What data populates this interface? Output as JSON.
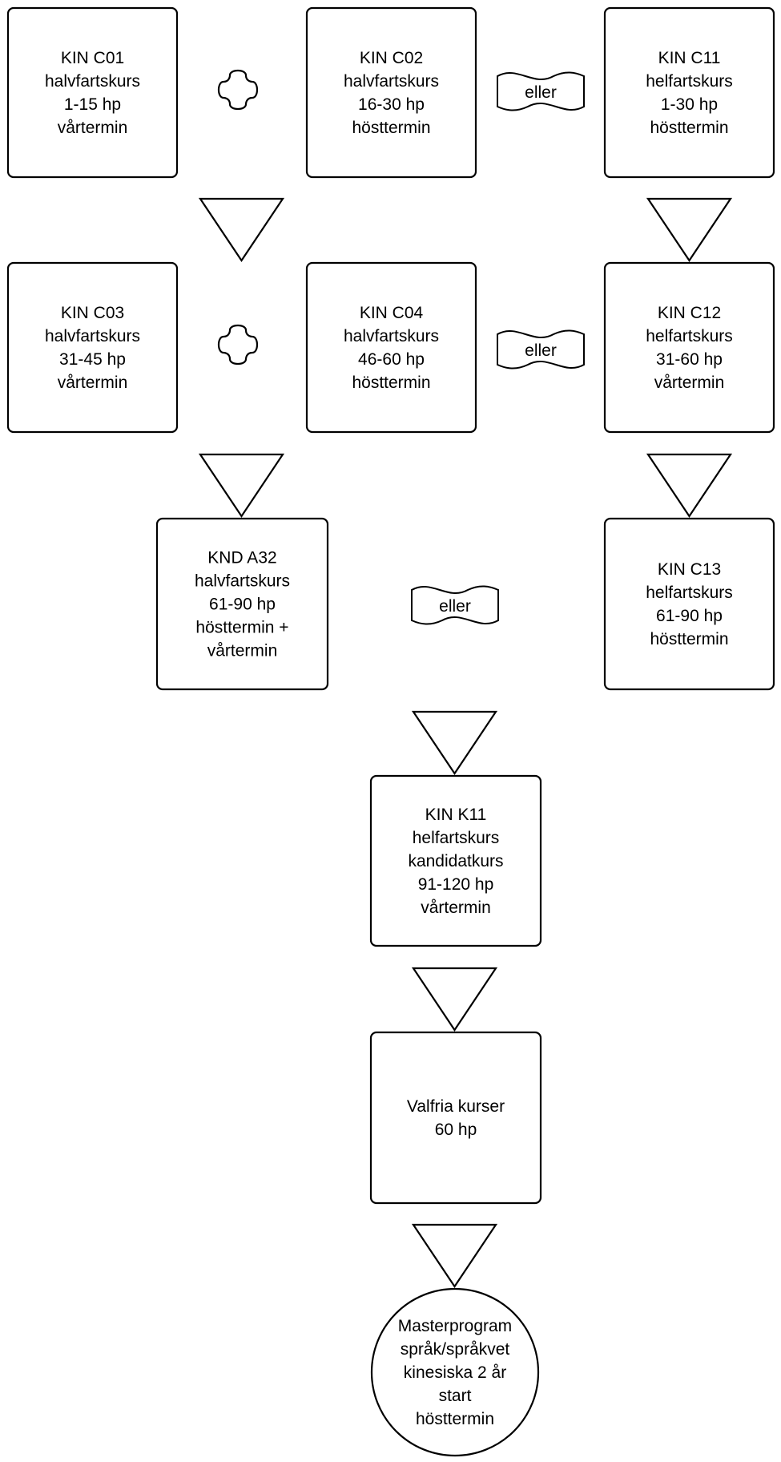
{
  "nodes": {
    "kin_c01": [
      "KIN C01",
      "halvfartskurs",
      "1-15 hp",
      "vårtermin"
    ],
    "kin_c02": [
      "KIN C02",
      "halvfartskurs",
      "16-30 hp",
      "hösttermin"
    ],
    "kin_c11": [
      "KIN C11",
      "helfartskurs",
      "1-30 hp",
      "hösttermin"
    ],
    "kin_c03": [
      "KIN C03",
      "halvfartskurs",
      "31-45 hp",
      "vårtermin"
    ],
    "kin_c04": [
      "KIN C04",
      "halvfartskurs",
      "46-60 hp",
      "hösttermin"
    ],
    "kin_c12": [
      "KIN C12",
      "helfartskurs",
      "31-60 hp",
      "vårtermin"
    ],
    "knd_a32": [
      "KND A32",
      "halvfartskurs",
      "61-90 hp",
      "hösttermin +",
      "vårtermin"
    ],
    "kin_c13": [
      "KIN C13",
      "helfartskurs",
      "61-90 hp",
      "hösttermin"
    ],
    "kin_k11": [
      "KIN K11",
      "helfartskurs",
      "kandidatkurs",
      "91-120 hp",
      "vårtermin"
    ],
    "valfria": [
      "Valfria kurser",
      "60 hp"
    ],
    "master": [
      "Masterprogram",
      "språk/språkvet",
      "kinesiska 2 år",
      "start",
      "hösttermin"
    ]
  },
  "connectors": {
    "eller_1": "eller",
    "eller_2": "eller",
    "eller_3": "eller"
  }
}
